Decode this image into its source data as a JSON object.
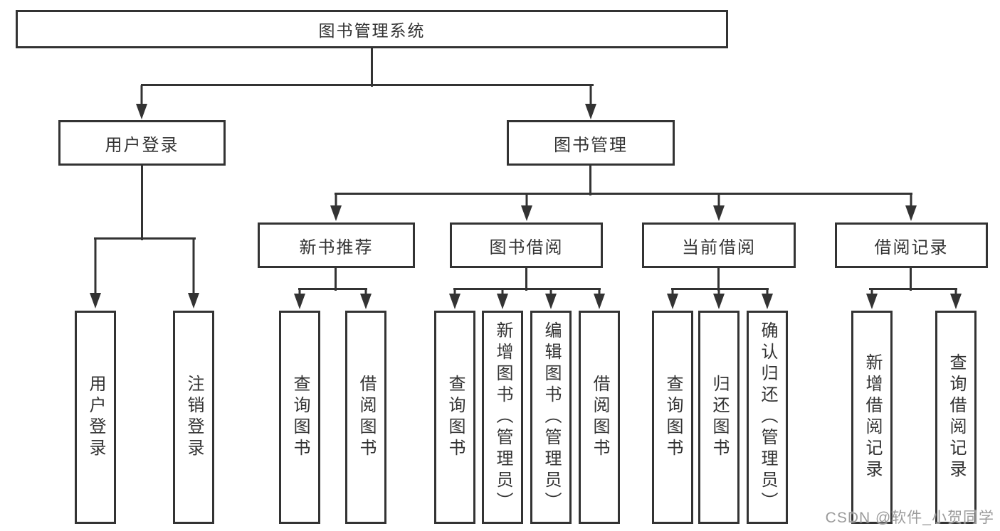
{
  "diagram": {
    "root": {
      "label": "图书管理系统"
    },
    "level1": [
      {
        "label": "用户登录"
      },
      {
        "label": "图书管理"
      }
    ],
    "level2": [
      {
        "label": "新书推荐"
      },
      {
        "label": "图书借阅"
      },
      {
        "label": "当前借阅"
      },
      {
        "label": "借阅记录"
      }
    ],
    "leaves": {
      "user_login": [
        {
          "label": "用户登录"
        },
        {
          "label": "注销登录"
        }
      ],
      "new_book": [
        {
          "label": "查询图书"
        },
        {
          "label": "借阅图书"
        }
      ],
      "book_borrow": [
        {
          "label": "查询图书"
        },
        {
          "label": "新增图书（管理员）"
        },
        {
          "label": "编辑图书（管理员）"
        },
        {
          "label": "借阅图书"
        }
      ],
      "current_borrow": [
        {
          "label": "查询图书"
        },
        {
          "label": "归还图书"
        },
        {
          "label": "确认归还（管理员）"
        }
      ],
      "borrow_record": [
        {
          "label": "新增借阅记录"
        },
        {
          "label": "查询借阅记录"
        }
      ]
    }
  },
  "watermark": {
    "text": "CSDN @软件_小贺同学"
  },
  "colors": {
    "line": "#333333",
    "box_border": "#333333",
    "text": "#333333",
    "background": "#ffffff",
    "watermark": "#9b9b9b"
  }
}
